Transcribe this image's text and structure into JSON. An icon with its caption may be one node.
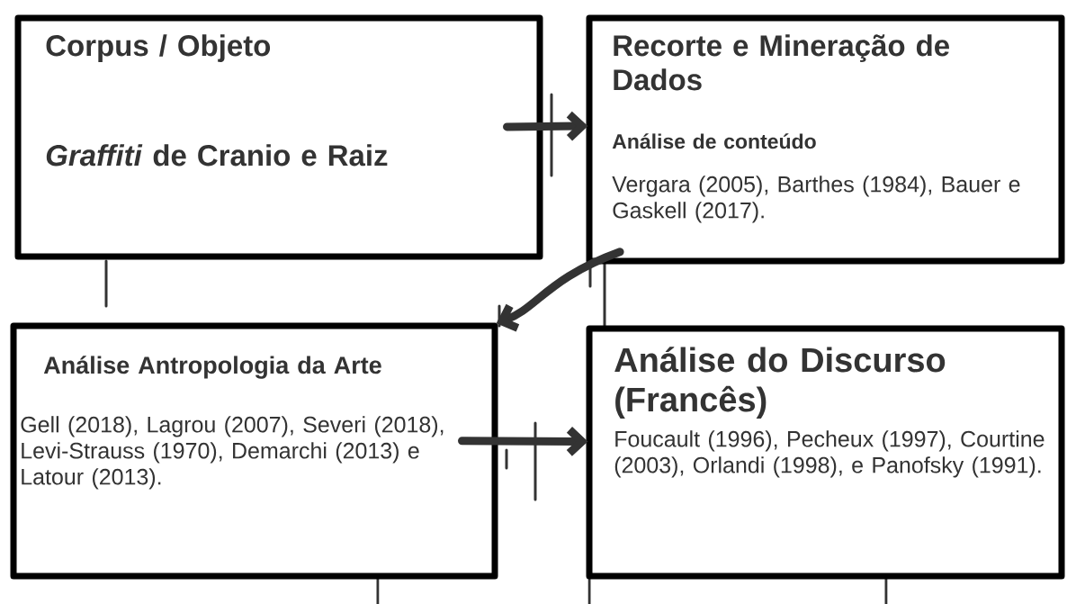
{
  "diagram": {
    "nodes": [
      {
        "text": [
          "Corpus / Objeto",
          "*Graffiti* de Cranio e Raiz"
        ]
      },
      {
        "text": [
          "Recorte e Mineração de Dados",
          "Análise de conteúdo",
          "Vergara (2005), Barthes (1984), Bauer e Gaskell (2017)."
        ]
      },
      {
        "text": [
          "Análise Antropologia da Arte",
          "Gell (2018), Lagrou (2007), Severi (2018), Levi-Strauss (1970), Demarchi (2013) e Latour (2013)."
        ]
      },
      {
        "text": [
          "Análise do Discurso (Francês)",
          "Foucault (1996), Pecheux (1997), Courtine (2003), Orlandi (1998), e Panofsky (1991)."
        ]
      }
    ],
    "edges": [
      {
        "from": 0,
        "to": 1,
        "arrow": "to"
      },
      {
        "from": 1,
        "to": 2,
        "arrow": "to"
      },
      {
        "from": 2,
        "to": 3,
        "arrow": "to"
      }
    ]
  }
}
